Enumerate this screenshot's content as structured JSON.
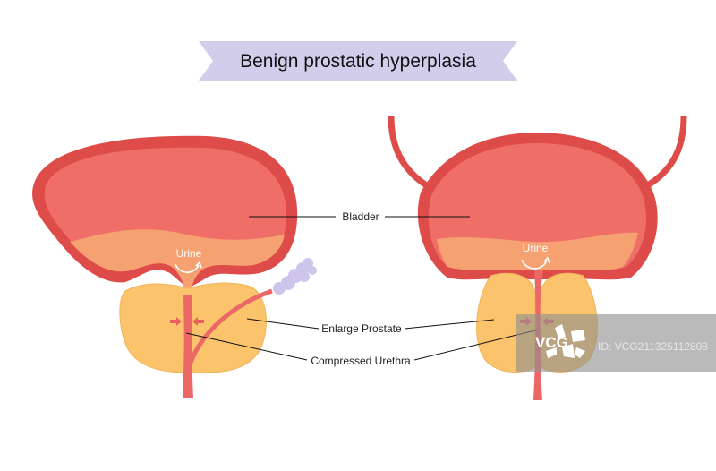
{
  "title": "Benign prostatic hyperplasia",
  "labels": {
    "bladder": "Bladder",
    "urine_left": "Urine",
    "urine_right": "Urine",
    "enlarge_prostate": "Enlarge Prostate",
    "compressed_urethra": "Compressed Urethra"
  },
  "watermark": {
    "logo": "VCG",
    "id_text": "ID: VCG211325112808"
  },
  "colors": {
    "banner": "#d3cdec",
    "bladder_wall": "#dd4c48",
    "bladder_inner": "#ef6f68",
    "urine": "#f5a171",
    "prostate": "#fbc46c",
    "urethra": "#ec6866",
    "seminal_vesicle": "#cdc5ea",
    "leader_line": "#111111"
  }
}
